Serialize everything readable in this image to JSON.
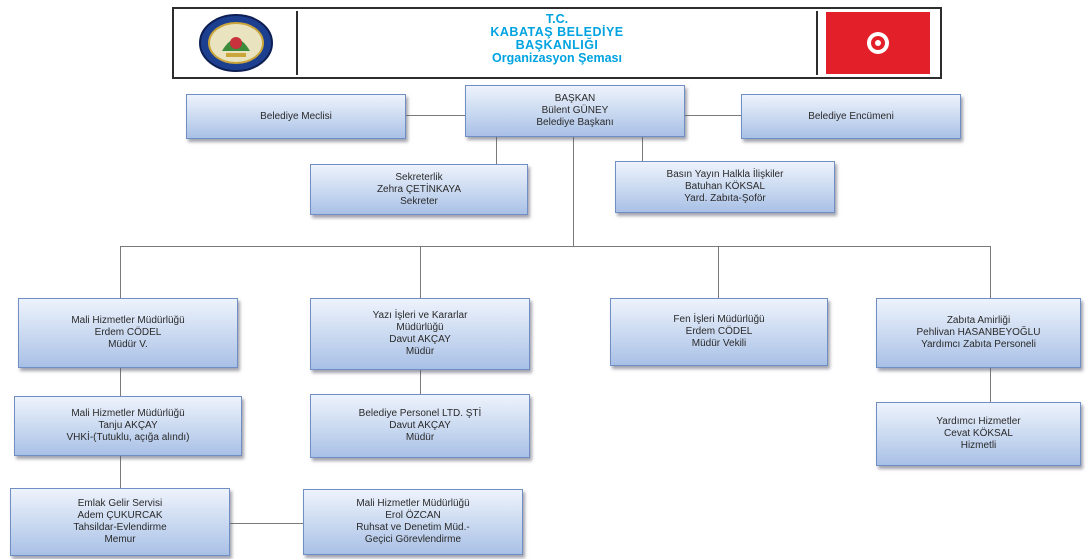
{
  "header": {
    "line1": "T.C.",
    "line2": "KABATAŞ BELEDİYE",
    "line3": "BAŞKANLIĞI",
    "line4": "Organizasyon Şeması",
    "left_logo": "kabatas-municipality-seal",
    "right_logo": "red-flag-emblem"
  },
  "boxes": {
    "baskan": [
      "BAŞKAN",
      "Bülent GÜNEY",
      "Belediye Başkanı"
    ],
    "meclis": [
      "Belediye Meclisi"
    ],
    "encumen": [
      "Belediye Encümeni"
    ],
    "sekreterlik": [
      "Sekreterlik",
      "Zehra ÇETİNKAYA",
      "Sekreter"
    ],
    "basin": [
      "Basın Yayın Halkla İlişkiler",
      "Batuhan KÖKSAL",
      "Yard. Zabıta-Şoför"
    ],
    "mali1": [
      "Mali Hizmetler Müdürlüğü",
      "Erdem CÖDEL",
      "Müdür V."
    ],
    "yazi": [
      "Yazı İşleri ve Kararlar",
      "Müdürlüğü",
      "Davut AKÇAY",
      "Müdür"
    ],
    "fen": [
      "Fen İşleri Müdürlüğü",
      "Erdem CÖDEL",
      "Müdür Vekili"
    ],
    "zabita": [
      "Zabıta Amirliği",
      "Pehlivan HASANBEYOĞLU",
      "Yardımcı Zabıta Personeli"
    ],
    "mali2": [
      "Mali Hizmetler Müdürlüğü",
      "Tanju AKÇAY",
      "VHKİ-(Tutuklu, açığa alındı)"
    ],
    "personel": [
      "Belediye Personel LTD. ŞTİ",
      "Davut AKÇAY",
      "Müdür"
    ],
    "yardimci": [
      "Yardımcı Hizmetler",
      "Cevat KÖKSAL",
      "Hizmetli"
    ],
    "emlak": [
      "Emlak Gelir Servisi",
      "Adem ÇUKURCAK",
      "Tahsildar-Evlendirme",
      "Memur"
    ],
    "mali3": [
      "Mali Hizmetler Müdürlüğü",
      "Erol ÖZCAN",
      "Ruhsat ve Denetim Müd.-",
      "Geçici Görevlendirme"
    ]
  },
  "colors": {
    "title": "#00a3e0",
    "box_border": "#6f8fc4",
    "connector": "#7a7a7a",
    "flag": "#e3202a"
  }
}
